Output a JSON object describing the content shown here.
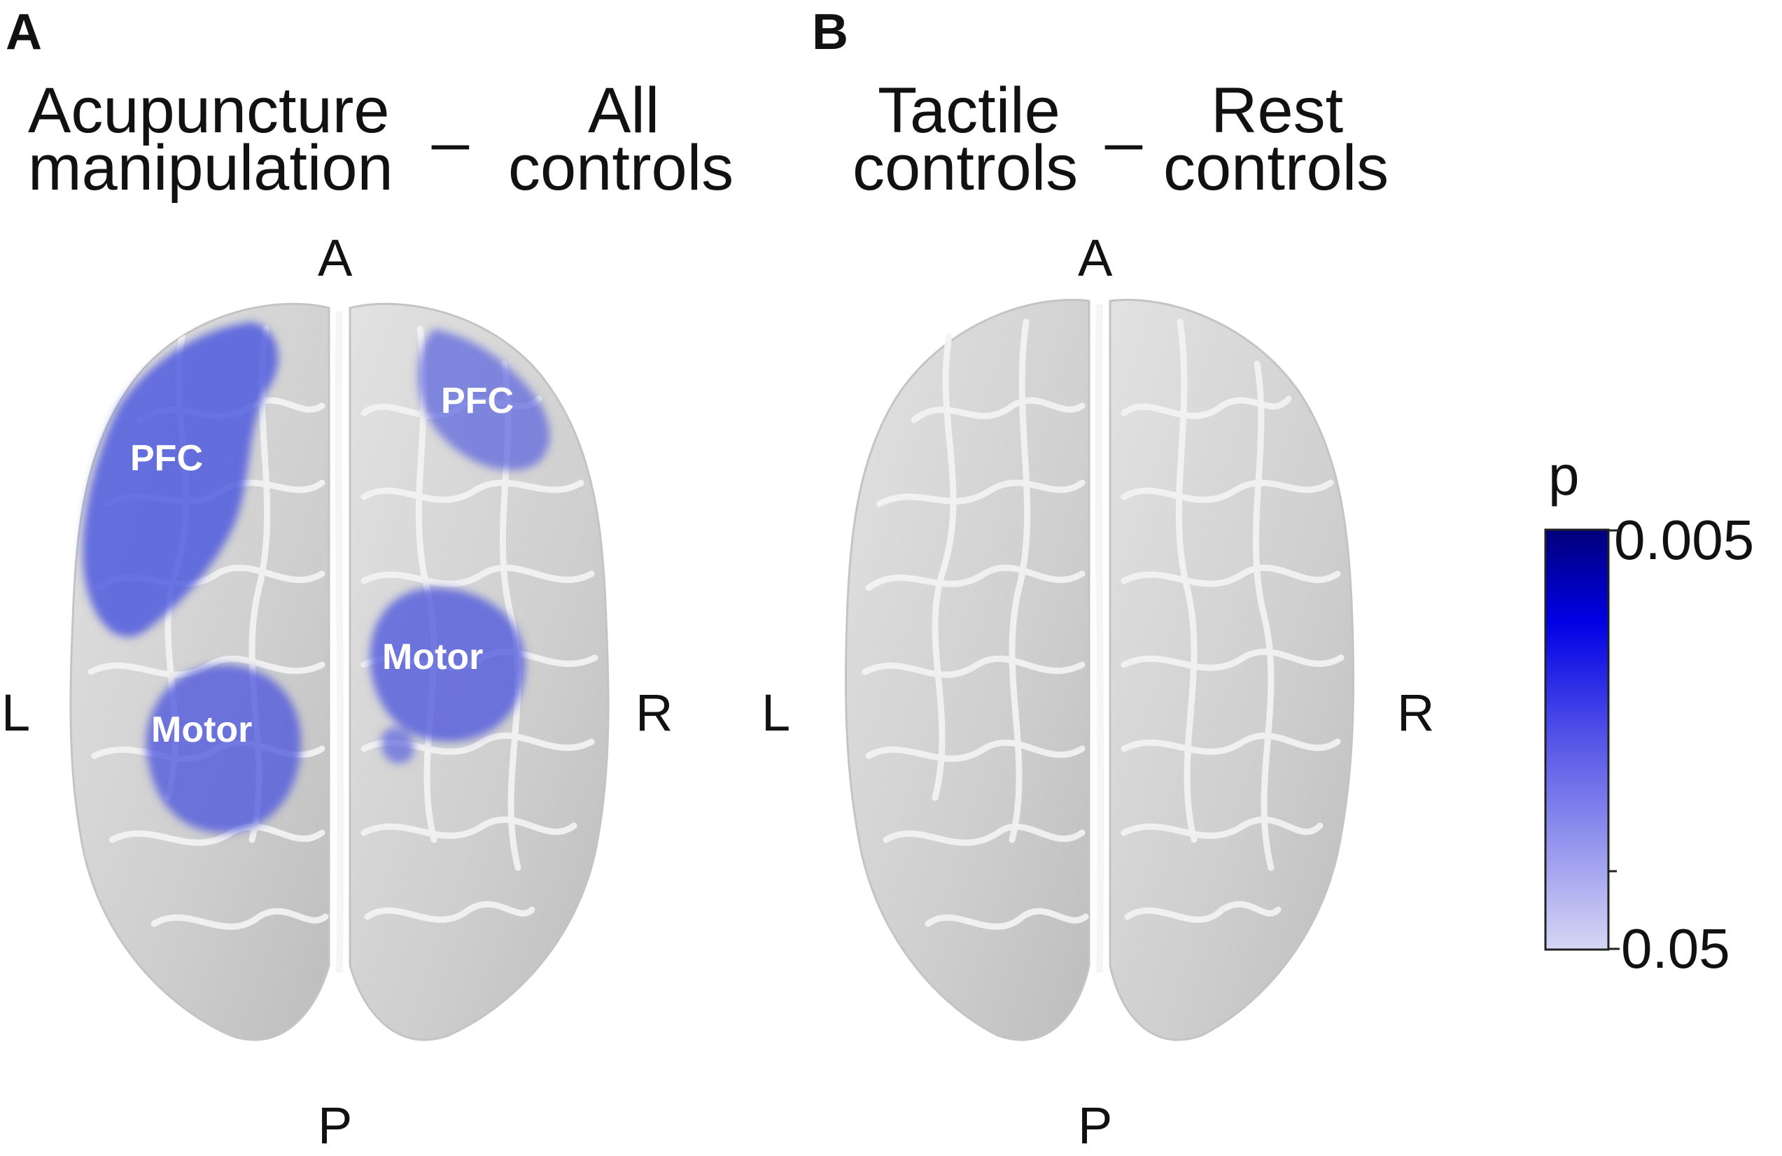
{
  "panels": [
    {
      "letter": "A",
      "title_left": [
        "Acupuncture",
        "manipulation"
      ],
      "title_operator": "_",
      "title_right": [
        "All",
        "controls"
      ],
      "directions": {
        "anterior": "A",
        "posterior": "P",
        "left": "L",
        "right": "R"
      },
      "regions": [
        "PFC",
        "PFC",
        "Motor",
        "Motor"
      ]
    },
    {
      "letter": "B",
      "title_left": [
        "Tactile",
        "controls"
      ],
      "title_operator": "_",
      "title_right": [
        "Rest",
        "controls"
      ],
      "directions": {
        "anterior": "A",
        "posterior": "P",
        "left": "L",
        "right": "R"
      },
      "regions": []
    }
  ],
  "colorbar": {
    "label": "p",
    "max_label": "0.005",
    "min_label": "0.05",
    "color_strong": "#00007a",
    "color_weak": "#d6d6f4"
  },
  "colors": {
    "brain": "#d0d0d0",
    "activation": "#4a55dd"
  }
}
